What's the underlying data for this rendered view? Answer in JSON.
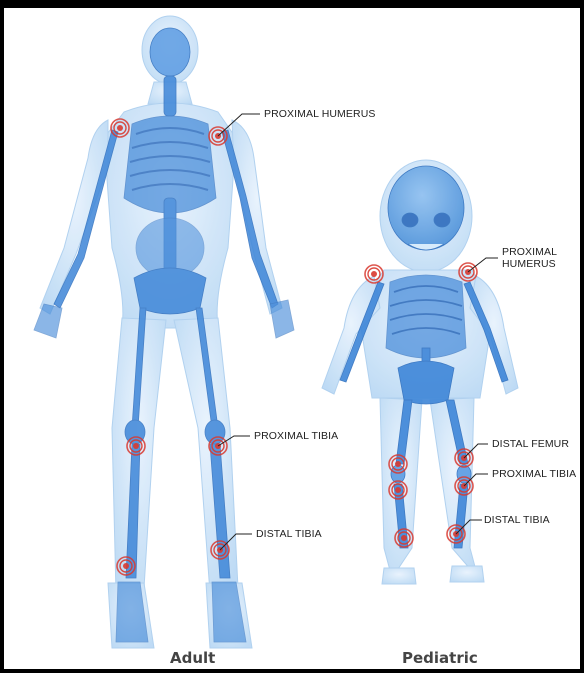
{
  "figures": {
    "adult": {
      "caption": "Adult",
      "labels": {
        "proximal_humerus": "PROXIMAL HUMERUS",
        "proximal_tibia": "PROXIMAL TIBIA",
        "distal_tibia": "DISTAL TIBIA"
      }
    },
    "pediatric": {
      "caption": "Pediatric",
      "labels": {
        "proximal_humerus": "PROXIMAL\nHUMERUS",
        "distal_femur": "DISTAL FEMUR",
        "proximal_tibia": "PROXIMAL TIBIA",
        "distal_tibia": "DISTAL TIBIA"
      }
    }
  },
  "colors": {
    "skin": "#cfe6fb",
    "bone": "#3e86d8",
    "marker": "#d83a30",
    "frame": "#000000"
  }
}
